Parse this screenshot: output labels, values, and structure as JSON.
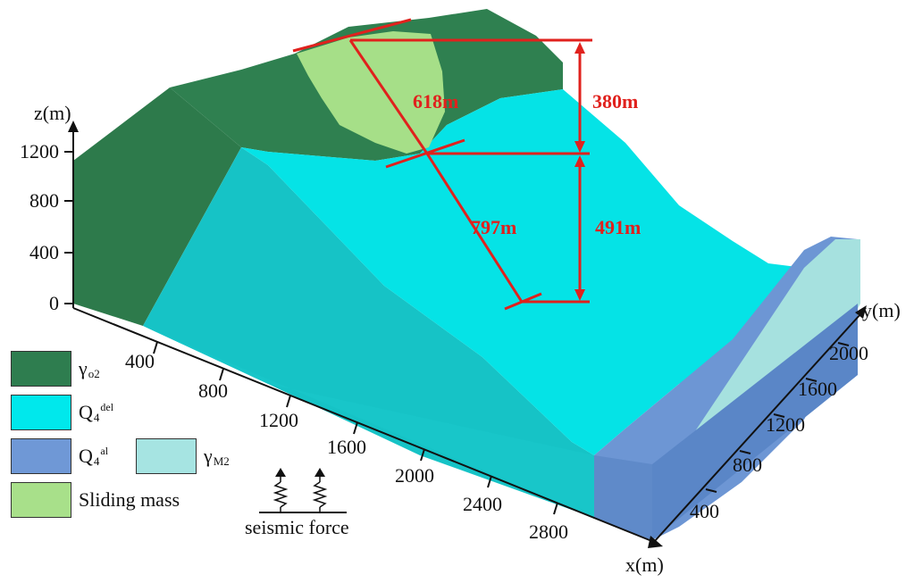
{
  "axes": {
    "z_title": "z(m)",
    "z_ticks": [
      "1200",
      "800",
      "400",
      "0"
    ],
    "x_title": "x(m)",
    "x_ticks": [
      "400",
      "800",
      "1200",
      "1600",
      "2000",
      "2400",
      "2800"
    ],
    "y_title": "y(m)",
    "y_ticks": [
      "2000",
      "1600",
      "1200",
      "800",
      "400"
    ]
  },
  "measurements": {
    "upper_slope_length": "618m",
    "upper_height": "380m",
    "lower_slope_length": "797m",
    "lower_height": "491m"
  },
  "legend": {
    "items": [
      {
        "key": "gamma_o2",
        "base": "γ",
        "sub": "o2",
        "sup": "",
        "color": "#2e7d4f"
      },
      {
        "key": "q4_del",
        "base": "Q",
        "sub": "4",
        "sup": "del",
        "color": "#00e8ec"
      },
      {
        "key": "q4_al",
        "base": "Q",
        "sub": "4",
        "sup": "al",
        "color": "#6f98d6"
      },
      {
        "key": "gamma_m2",
        "base": "γ",
        "sub": "M2",
        "sup": "",
        "color": "#a6e4e2"
      },
      {
        "key": "sliding_mass",
        "label": "Sliding mass",
        "color": "#a8e08a"
      }
    ]
  },
  "seismic": {
    "label": "seismic force"
  },
  "colors": {
    "measure_red": "#e0211d",
    "granite_dark": "#2e7d4f",
    "deposit_cyan": "#00e8ec",
    "side_face": "#17c2c6",
    "alluvium_blue": "#6f98d6",
    "granite_m2": "#a6e4e2",
    "sliding": "#a8e08a"
  }
}
